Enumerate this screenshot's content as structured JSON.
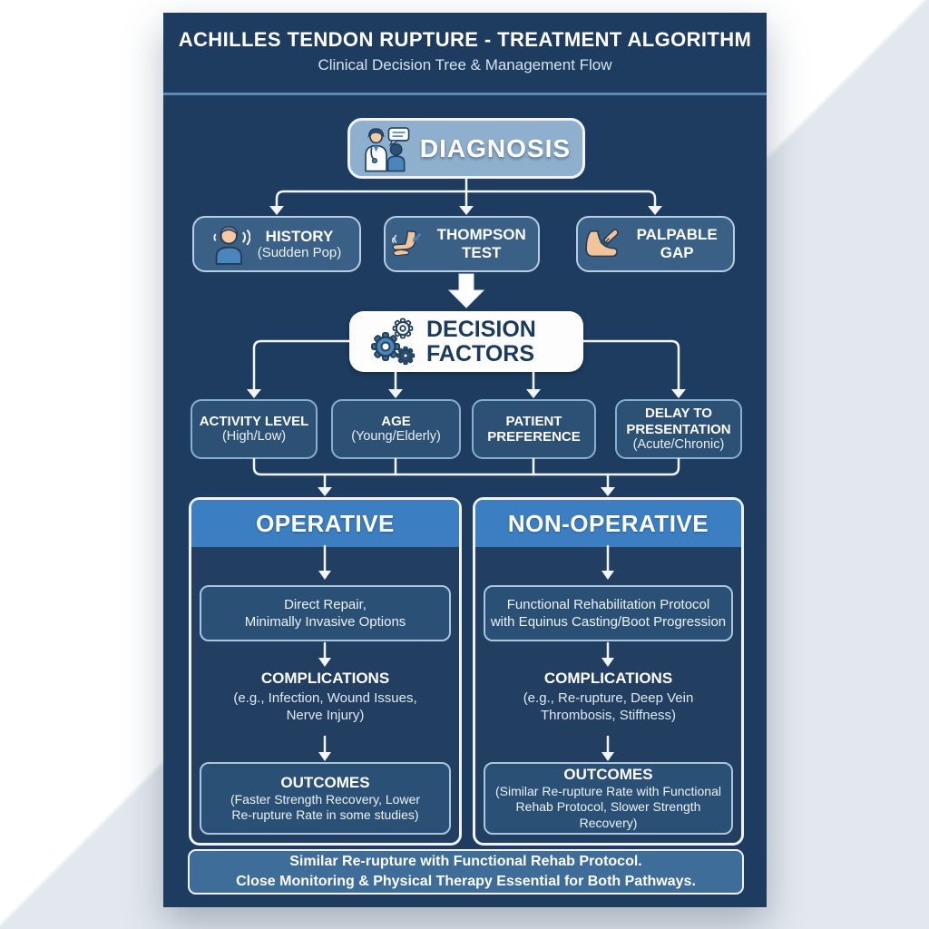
{
  "header": {
    "title": "ACHILLES TENDON RUPTURE - TREATMENT ALGORITHM",
    "subtitle": "Clinical Decision Tree & Management Flow"
  },
  "diagnosis": {
    "label": "DIAGNOSIS",
    "icon": "doctor-patient-icon"
  },
  "findings": [
    {
      "label": "HISTORY",
      "sub": "(Sudden Pop)",
      "icon": "patient-sudden-pop-icon"
    },
    {
      "label": "THOMPSON TEST",
      "sub": "",
      "icon": "foot-squeeze-test-icon"
    },
    {
      "label": "PALPABLE GAP",
      "sub": "",
      "icon": "ankle-palpation-icon"
    }
  ],
  "decision": {
    "label": "DECISION FACTORS",
    "icon": "gears-icon"
  },
  "factors": [
    {
      "label": "ACTIVITY LEVEL",
      "sub": "(High/Low)"
    },
    {
      "label": "AGE",
      "sub": "(Young/Elderly)"
    },
    {
      "label": "PATIENT PREFERENCE",
      "sub": ""
    },
    {
      "label": "DELAY TO PRESENTATION",
      "sub": "(Acute/Chronic)"
    }
  ],
  "pathways": [
    {
      "name": "OPERATIVE",
      "treatment": "Direct Repair,\nMinimally Invasive Options",
      "complications_title": "COMPLICATIONS",
      "complications": "(e.g., Infection, Wound Issues,\nNerve Injury)",
      "outcomes_title": "OUTCOMES",
      "outcomes": "(Faster Strength Recovery, Lower\nRe-rupture Rate in some studies)"
    },
    {
      "name": "NON-OPERATIVE",
      "treatment": "Functional Rehabilitation Protocol\nwith Equinus Casting/Boot Progression",
      "complications_title": "COMPLICATIONS",
      "complications": "(e.g., Re-rupture, Deep Vein\nThrombosis, Stiffness)",
      "outcomes_title": "OUTCOMES",
      "outcomes": "(Similar Re-rupture Rate with Functional\nRehab Protocol, Slower Strength Recovery)"
    }
  ],
  "footer": {
    "text": "Similar Re-rupture with Functional Rehab Protocol.\nClose Monitoring & Physical Therapy Essential for Both Pathways."
  },
  "colors": {
    "poster_bg": "#1e3c5f",
    "panel_steel": "#3a6085",
    "factor_fill": "#2d5174",
    "pathway_header": "#3b7ec2",
    "diagnosis_fill": "#8fafce",
    "decision_fill": "#fdfdfd",
    "connector_line": "#f2f6fa",
    "background_white": "#ffffff",
    "background_gray": "#e3e8ee"
  }
}
